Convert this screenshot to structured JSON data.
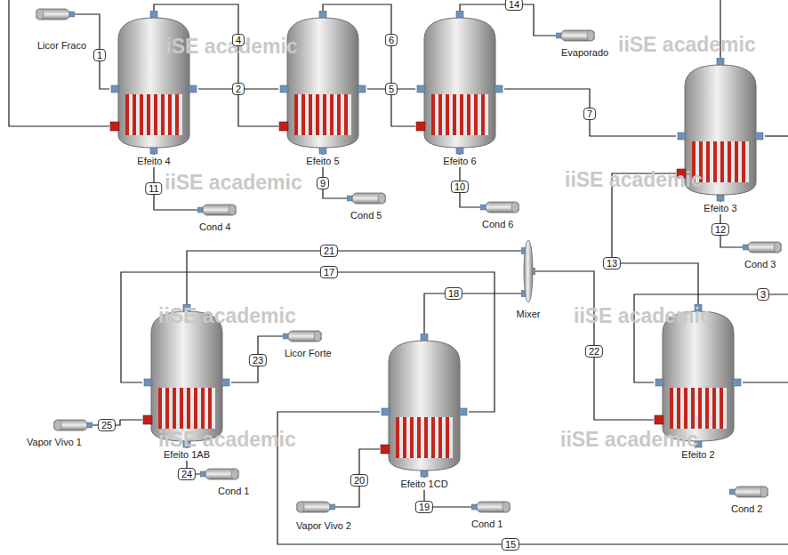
{
  "diagram": {
    "nodes": [
      {
        "text": [
          "Licor Fraco"
        ]
      },
      {
        "text": [
          "Efeito 4"
        ]
      },
      {
        "text": [
          "Efeito 5"
        ]
      },
      {
        "text": [
          "Efeito 6"
        ]
      },
      {
        "text": [
          "Evaporado"
        ]
      },
      {
        "text": [
          "Efeito 3"
        ]
      },
      {
        "text": [
          "Cond 4"
        ]
      },
      {
        "text": [
          "Cond 5"
        ]
      },
      {
        "text": [
          "Cond 6"
        ]
      },
      {
        "text": [
          "Cond 3"
        ]
      },
      {
        "text": [
          "Mixer"
        ]
      },
      {
        "text": [
          "Efeito 1AB"
        ]
      },
      {
        "text": [
          "Licor Forte"
        ]
      },
      {
        "text": [
          "Efeito 1CD"
        ]
      },
      {
        "text": [
          "Efeito 2"
        ]
      },
      {
        "text": [
          "Vapor Vivo 1"
        ]
      },
      {
        "text": [
          "Cond 1"
        ]
      },
      {
        "text": [
          "Vapor Vivo 2"
        ]
      },
      {
        "text": [
          "Cond 1"
        ]
      },
      {
        "text": [
          "Cond 2"
        ]
      }
    ],
    "edges": [
      {
        "from": 0,
        "to": 1,
        "label": "1",
        "arrow": "none"
      },
      {
        "from": 1,
        "to": 2,
        "label": "2",
        "arrow": "none"
      },
      {
        "from": 1,
        "to": 2,
        "label": "4",
        "arrow": "none"
      },
      {
        "from": 2,
        "to": 3,
        "label": "5",
        "arrow": "none"
      },
      {
        "from": 2,
        "to": 3,
        "label": "6",
        "arrow": "none"
      },
      {
        "from": 3,
        "to": 4,
        "label": "14",
        "arrow": "none"
      },
      {
        "from": 3,
        "to": 5,
        "label": "7",
        "arrow": "none"
      },
      {
        "from": 1,
        "to": 6,
        "label": "11",
        "arrow": "none"
      },
      {
        "from": 2,
        "to": 7,
        "label": "9",
        "arrow": "none"
      },
      {
        "from": 3,
        "to": 8,
        "label": "10",
        "arrow": "none"
      },
      {
        "from": 5,
        "to": 9,
        "label": "12",
        "arrow": "none"
      },
      {
        "from": 14,
        "to": 5,
        "label": "13",
        "arrow": "none"
      },
      {
        "from": 10,
        "to": 14,
        "label": "22",
        "arrow": "none"
      },
      {
        "from": 11,
        "to": 10,
        "label": "21",
        "arrow": "none"
      },
      {
        "from": 13,
        "to": 10,
        "label": "18",
        "arrow": "none"
      },
      {
        "from": 13,
        "to": 11,
        "label": "17",
        "arrow": "none"
      },
      {
        "from": 11,
        "to": 12,
        "label": "23",
        "arrow": "none"
      },
      {
        "from": 11,
        "to": 16,
        "label": "24",
        "arrow": "none"
      },
      {
        "from": 15,
        "to": 11,
        "label": "25",
        "arrow": "none"
      },
      {
        "from": 17,
        "to": 13,
        "label": "20",
        "arrow": "none"
      },
      {
        "from": 13,
        "to": 18,
        "label": "19",
        "arrow": "none"
      }
    ],
    "labels": [
      "iiSE academic",
      "iiSE academic",
      "iiSE academic",
      "iiSE academic",
      "iiSE academic",
      "iiSE academic",
      "iiSE academic",
      "iiSE academic",
      "3",
      "15"
    ]
  }
}
